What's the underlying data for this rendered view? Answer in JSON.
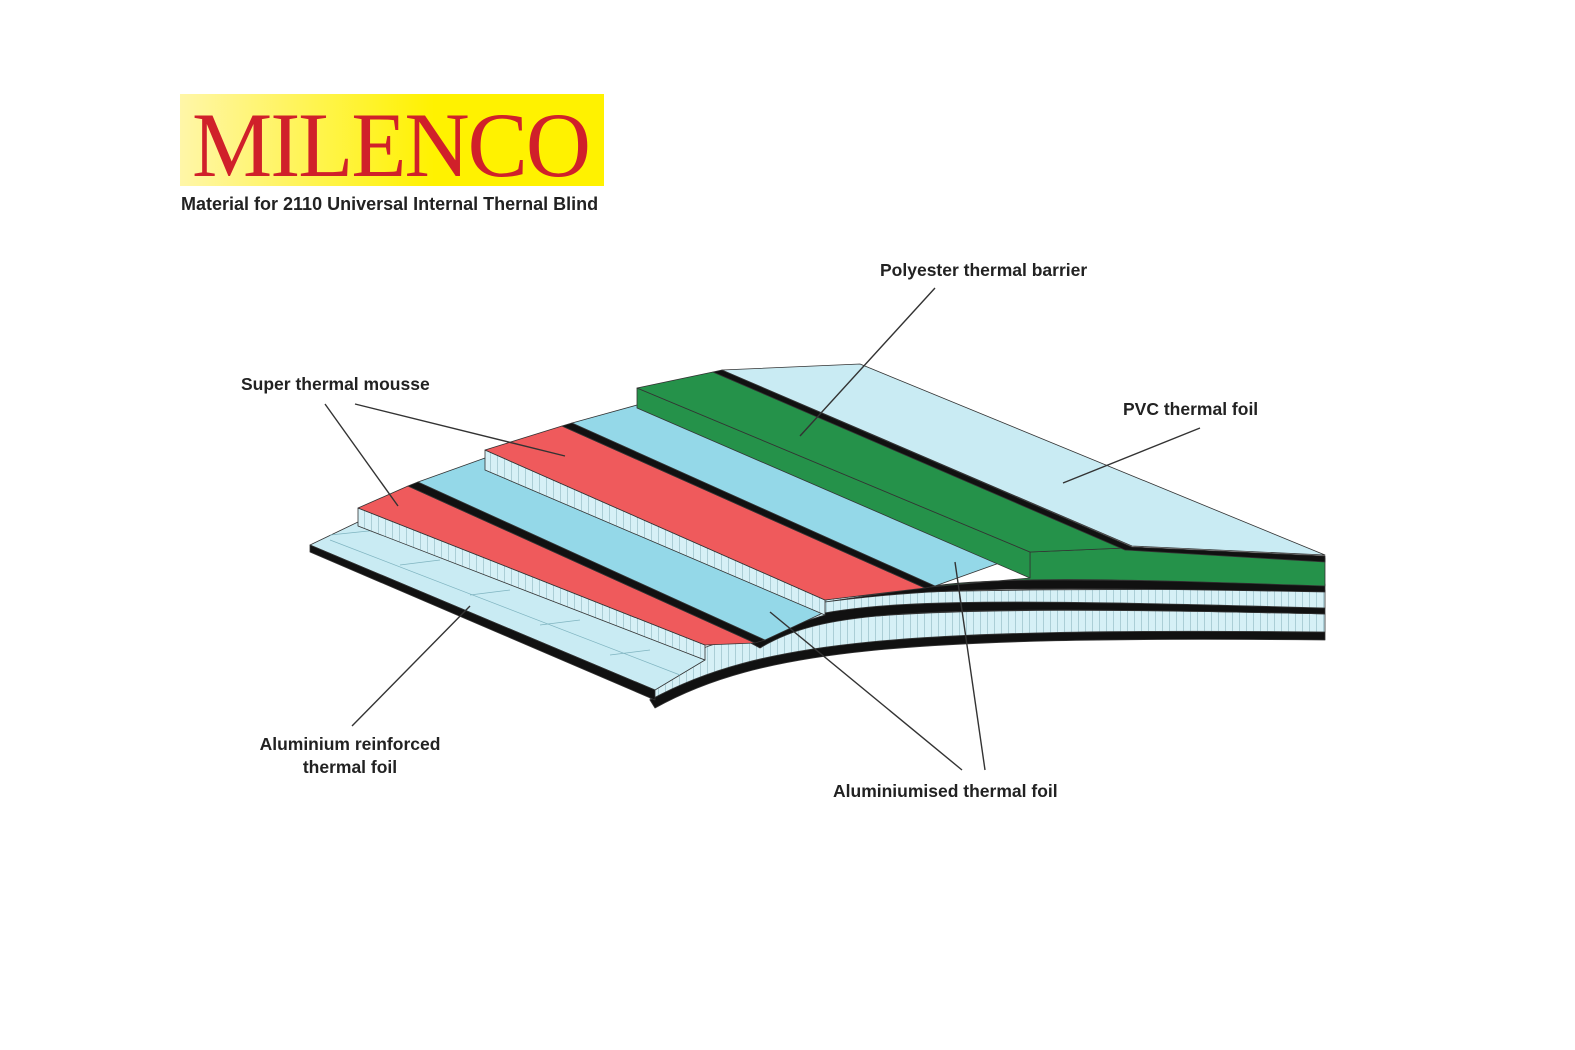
{
  "logo": {
    "text": "MILENCO"
  },
  "subtitle": "Material for 2110 Universal Internal Thernal Blind",
  "labels": {
    "polyester": "Polyester thermal barrier",
    "pvc": "PVC thermal foil",
    "mousse": "Super thermal mousse",
    "reinforced_1": "Aluminium reinforced",
    "reinforced_2": "thermal foil",
    "aluminiumised": "Aluminiumised thermal foil"
  },
  "colors": {
    "red": "#ef5a5c",
    "blue": "#94d8e8",
    "pale": "#c9ebf3",
    "green": "#25924a",
    "logo_red": "#d0202a",
    "logo_yellow": "#fff200"
  }
}
